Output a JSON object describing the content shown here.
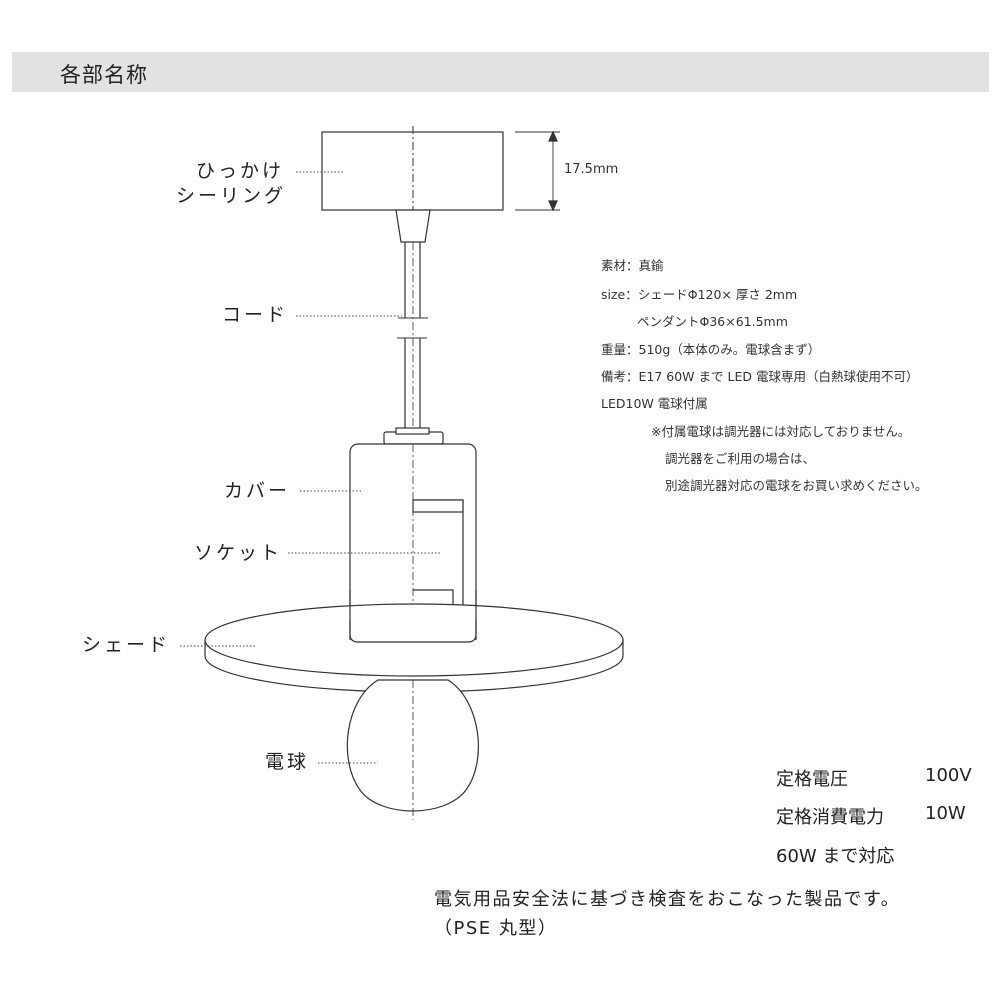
{
  "header": {
    "title": "各部名称"
  },
  "parts": {
    "hook_ceiling_line1": "ひっかけ",
    "hook_ceiling_line2": "シーリング",
    "cord": "コード",
    "cover": "カバー",
    "socket": "ソケット",
    "shade": "シェード",
    "bulb": "電球"
  },
  "dimension": {
    "ceiling_height": "17.5mm"
  },
  "specs": {
    "material": "素材：真鍮",
    "size_line1": "size：シェードΦ120× 厚さ 2mm",
    "size_line2": "ペンダントΦ36×61.5mm",
    "weight": "重量：510g（本体のみ。電球含まず）",
    "note": "備考：E17 60W まで LED 電球専用（白熱球使用不可）",
    "included": "LED10W 電球付属",
    "caution_line1": "※付属電球は調光器には対応しておりません。",
    "caution_line2": "調光器をご利用の場合は、",
    "caution_line3": "別途調光器対応の電球をお買い求めください。"
  },
  "rating": {
    "voltage_label": "定格電圧",
    "voltage_value": "100V",
    "power_label": "定格消費電力",
    "power_value": "10W",
    "max_label": "60W まで対応"
  },
  "notice": {
    "line1": "電気用品安全法に基づき検査をおこなった製品です。",
    "line2": "（PSE 丸型）"
  }
}
